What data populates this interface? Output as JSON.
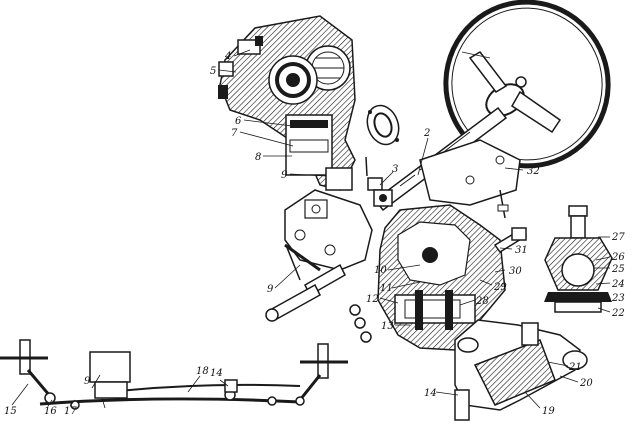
{
  "callouts": {
    "c1": "1",
    "c2": "2",
    "c3": "3",
    "c4": "4",
    "c5": "5",
    "c6": "6",
    "c7": "7",
    "c8": "8",
    "c9a": "9",
    "c9b": "9",
    "c9c": "9",
    "c10": "10",
    "c11": "11",
    "c12": "12",
    "c13": "13",
    "c14a": "14",
    "c14b": "14",
    "c15": "15",
    "c16": "16",
    "c17": "17",
    "c18": "18",
    "c19": "19",
    "c20": "20",
    "c21": "21",
    "c22": "22",
    "c23": "23",
    "c24": "24",
    "c25": "25",
    "c26": "26",
    "c27": "27",
    "c28": "28",
    "c29": "29",
    "c30": "30",
    "c31": "31",
    "c32": "32"
  },
  "colors": {
    "ink": "#1a1a1a",
    "paper": "#ffffff"
  }
}
